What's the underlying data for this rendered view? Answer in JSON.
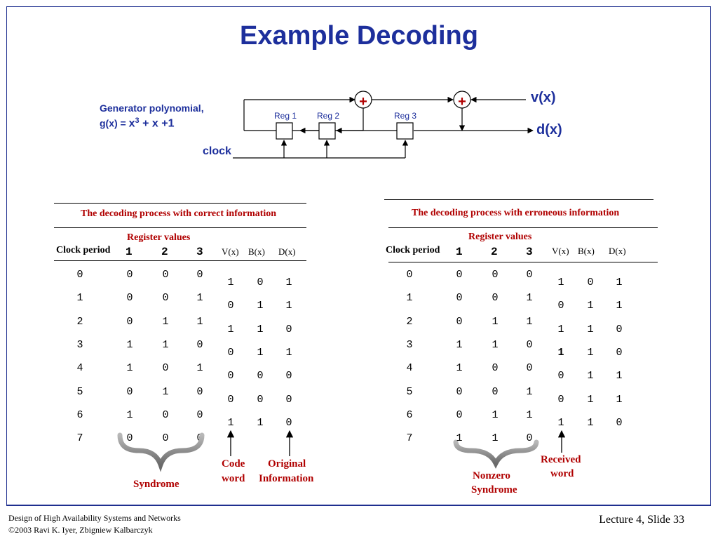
{
  "slide": {
    "title": "Example Decoding",
    "footer_line1": "Design of High Availability Systems and Networks",
    "footer_line2": "©2003 Ravi K. Iyer, Zbigniew Kalbarczyk",
    "slide_number": "Lecture 4, Slide 33"
  },
  "circuit": {
    "generator_label": "Generator polynomial,",
    "g_prefix": "g(x) = ",
    "g_x": "x",
    "g_exp": "3",
    "g_rest": " + x +1",
    "input_label": "v(x)",
    "output_label": "d(x)",
    "clock_label": "clock",
    "reg1": "Reg 1",
    "reg2": "Reg 2",
    "reg3": "Reg 3",
    "adder_symbol": "+"
  },
  "left_table": {
    "caption": "The decoding process with correct information",
    "register_values_label": "Register values",
    "headers": {
      "clock": "Clock period",
      "r1": "1",
      "r2": "2",
      "r3": "3",
      "v": "V(x)",
      "b": "B(x)",
      "d": "D(x)"
    },
    "clock": [
      "0",
      "1",
      "2",
      "3",
      "4",
      "5",
      "6",
      "7"
    ],
    "registers": [
      [
        "0",
        "0",
        "0"
      ],
      [
        "0",
        "0",
        "1"
      ],
      [
        "0",
        "1",
        "1"
      ],
      [
        "1",
        "1",
        "0"
      ],
      [
        "1",
        "0",
        "1"
      ],
      [
        "0",
        "1",
        "0"
      ],
      [
        "1",
        "0",
        "0"
      ],
      [
        "0",
        "0",
        "0"
      ]
    ],
    "vbd": [
      [
        "1",
        "0",
        "1"
      ],
      [
        "0",
        "1",
        "1"
      ],
      [
        "1",
        "1",
        "0"
      ],
      [
        "0",
        "1",
        "1"
      ],
      [
        "0",
        "0",
        "0"
      ],
      [
        "0",
        "0",
        "0"
      ],
      [
        "1",
        "1",
        "0"
      ]
    ],
    "syndrome_label": "Syndrome",
    "code_word_line1": "Code",
    "code_word_line2": "word",
    "original_line1": "Original",
    "original_line2": "Information"
  },
  "right_table": {
    "caption": "The decoding process with erroneous information",
    "register_values_label": "Register values",
    "headers": {
      "clock": "Clock period",
      "r1": "1",
      "r2": "2",
      "r3": "3",
      "v": "V(x)",
      "b": "B(x)",
      "d": "D(x)"
    },
    "clock": [
      "0",
      "1",
      "2",
      "3",
      "4",
      "5",
      "6",
      "7"
    ],
    "registers": [
      [
        "0",
        "0",
        "0"
      ],
      [
        "0",
        "0",
        "1"
      ],
      [
        "0",
        "1",
        "1"
      ],
      [
        "1",
        "1",
        "0"
      ],
      [
        "1",
        "0",
        "0"
      ],
      [
        "0",
        "0",
        "1"
      ],
      [
        "0",
        "1",
        "1"
      ],
      [
        "1",
        "1",
        "0"
      ]
    ],
    "vbd": [
      [
        "1",
        "0",
        "1"
      ],
      [
        "0",
        "1",
        "1"
      ],
      [
        "1",
        "1",
        "0"
      ],
      [
        "1",
        "1",
        "0"
      ],
      [
        "0",
        "1",
        "1"
      ],
      [
        "0",
        "1",
        "1"
      ],
      [
        "1",
        "1",
        "0"
      ]
    ],
    "received_line1": "Received",
    "received_line2": "word",
    "nonzero_line1": "Nonzero",
    "nonzero_line2": "Syndrome"
  }
}
